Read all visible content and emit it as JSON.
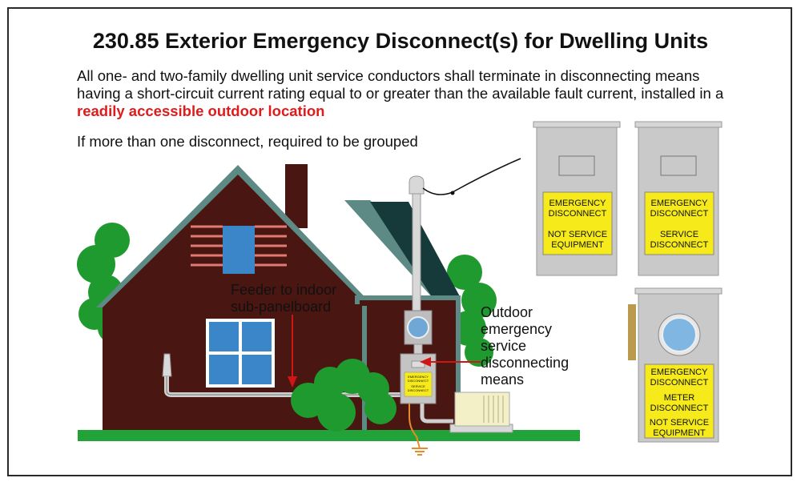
{
  "title": "230.85 Exterior Emergency Disconnect(s) for Dwelling Units",
  "intro": {
    "text_before": "All one- and two-family dwelling unit service conductors shall terminate in disconnecting means having a short-circuit current rating equal to or greater than the available fault current, installed in a ",
    "highlight": "readily accessible outdoor location"
  },
  "grouping_note": "If more than one disconnect, required to be grouped",
  "callouts": {
    "feeder_line1": "Feeder to indoor",
    "feeder_line2": "sub-panelboard",
    "outdoor_line1": "Outdoor",
    "outdoor_line2": "emergency",
    "outdoor_line3": "service",
    "outdoor_line4": "disconnecting",
    "outdoor_line5": "means"
  },
  "panels": [
    {
      "line1": "EMERGENCY",
      "line2": "DISCONNECT",
      "line3": "NOT SERVICE",
      "line4": "EQUIPMENT"
    },
    {
      "line1": "EMERGENCY",
      "line2": "DISCONNECT",
      "line3": "SERVICE",
      "line4": "DISCONNECT"
    },
    {
      "line1": "EMERGENCY",
      "line2": "DISCONNECT",
      "line3": "METER",
      "line4": "DISCONNECT",
      "line5": "NOT SERVICE",
      "line6": "EQUIPMENT"
    }
  ],
  "small_label": {
    "line1": "EMERGENCY",
    "line2": "DISCONNECT",
    "line3": "SERVICE",
    "line4": "DISCONNECT"
  },
  "colors": {
    "house": "#4a1612",
    "roof_trim": "#5e8a86",
    "ground": "#22a33a",
    "bush": "#1f9a2e",
    "label_yellow": "#f7ea1a",
    "panel_gray": "#c9c9c9",
    "highlight_red": "#e01b1b"
  }
}
